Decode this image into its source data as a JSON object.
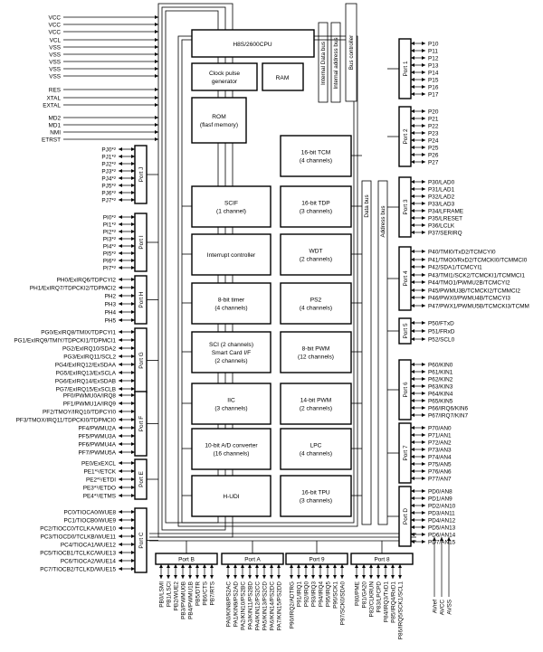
{
  "cpu_core": {
    "cpu": "H8S/2600CPU",
    "clock": [
      "Clock pulse",
      "generator"
    ],
    "ram": "RAM",
    "rom": [
      "ROM",
      "(flasf memory)"
    ]
  },
  "buses": {
    "internal_data": "Internal Data bus",
    "internal_address": "Internal address bus",
    "bus_controller": "Bus controller",
    "data": "Data bus",
    "address": "Address bus"
  },
  "left_blocks": [
    [
      "SCIF",
      "(1 channel)"
    ],
    [
      "Interrupt controller"
    ],
    [
      "8-bit timer",
      "(4 channels)"
    ],
    [
      "SCI (2 channels)",
      "Smart Card I/F",
      "(2 channels)"
    ],
    [
      "IIC",
      "(3 channels)"
    ],
    [
      "10-bit A/D converter",
      "(16 channels)"
    ],
    [
      "H-UDI"
    ]
  ],
  "right_blocks": [
    [
      "16-bit TCM",
      "(4 channels)"
    ],
    [
      "16-bit TDP",
      "(3 channels)"
    ],
    [
      "WDT",
      "(2 channels)"
    ],
    [
      "PS2",
      "(4 channels)"
    ],
    [
      "8-bit PWM",
      "(12 channels)"
    ],
    [
      "14-bit PWM",
      "(2 channels)"
    ],
    [
      "LPC",
      "(4 channels)"
    ],
    [
      "16-bit TPU",
      "(3 channels)"
    ]
  ],
  "power_pins": [
    "VCC",
    "VCC",
    "VCC",
    "VCL",
    "VSS",
    "VSS",
    "VSS",
    "VSS",
    "VSS"
  ],
  "control_pins": [
    "RES",
    "XTAL",
    "EXTAL",
    "MD2",
    "MD1",
    "NMI",
    "ETRST"
  ],
  "left_ports": [
    {
      "name": "Port J",
      "pins": [
        "PJ0*²",
        "PJ1*²",
        "PJ2*²",
        "PJ3*²",
        "PJ4*²",
        "PJ5*²",
        "PJ6*²",
        "PJ7*²"
      ]
    },
    {
      "name": "Port I",
      "pins": [
        "PI0*²",
        "PI1*²",
        "PI2*²",
        "PI3*²",
        "PI4*²",
        "PI5*²",
        "PI6*²",
        "PI7*²"
      ]
    },
    {
      "name": "Port H",
      "pins": [
        "PH0/ExIRQ6/TDPCYI2",
        "PH1/ExIRQ7/TDPCKI2/TDPMCI2",
        "PH2",
        "PH3",
        "PH4",
        "PH5"
      ]
    },
    {
      "name": "Port G",
      "pins": [
        "PG0/ExIRQ8/TMIX/TDPCYI1",
        "PG1/ExIRQ9/TMIY/TDPCKI1/TDPMCI1",
        "PG2/ExIRQ10/SDA2",
        "PG3/ExIRQ11/SCL2",
        "PG4/ExIRQ12/ExSDAA",
        "PG5/ExIRQ13/ExSCLA",
        "PG6/ExIRQ14/ExSDAB",
        "PG7/ExIRQ15/ExSCLB"
      ]
    },
    {
      "name": "Port F",
      "pins": [
        "PF0/PWMU0A/IRQ8",
        "PF1/PWMU1A/IRQ9",
        "PF2/TMOY/IRQ10/TDPCYI0",
        "PF3/TMOX/IRQ11/TDPCKI0/TDPMCI0",
        "PF4/PWMU2A",
        "PF5/PWMU3A",
        "PF6/PWMU4A",
        "PF7/PWMU5A"
      ]
    },
    {
      "name": "Port E",
      "pins": [
        "PE0/ExEXCL",
        "PE1*¹/ETCK",
        "PE2*¹/ETDI",
        "PE3*¹/ETDO",
        "PE4*¹/ETMS"
      ]
    },
    {
      "name": "Port C",
      "pins": [
        "PC0/TIOCA0/WUE8",
        "PC1/TIOCB0/WUE9",
        "PC2/TIOCC0/TCLKA/WUE10",
        "PC3/TIOCD0/TCLKB/WUE11",
        "PC4/TIOCA1/WUE12",
        "PC5/TIOCB1/TCLKC/WUE13",
        "PC6/TIOCA2/WUE14",
        "PC7/TIOCB2/TCLKD/WUE15"
      ]
    }
  ],
  "right_ports": [
    {
      "name": "Port 1",
      "pins": [
        "P10",
        "P11",
        "P12",
        "P13",
        "P14",
        "P15",
        "P16",
        "P17"
      ]
    },
    {
      "name": "Port 2",
      "pins": [
        "P20",
        "P21",
        "P22",
        "P23",
        "P24",
        "P25",
        "P26",
        "P27"
      ]
    },
    {
      "name": "Port 3",
      "pins": [
        "P30/LAD0",
        "P31/LAD1",
        "P32/LAD2",
        "P33/LAD3",
        "P34/LFRAME",
        "P35/LRESET",
        "P36/LCLK",
        "P37/SERIRQ"
      ]
    },
    {
      "name": "Port 4",
      "pins": [
        "P40/TMI0/TxD2/TCMCYI0",
        "P41/TMO0/RxD2/TCMCKI0/TCMMCI0",
        "P42/SDA1/TCMCYI1",
        "P43/TMI1/SCK2/TCMCKI1/TCMMCI1",
        "P44/TMO1/PWMU2B/TCMCYI2",
        "P45/PWMU3B/TCMCKI2/TCMMCI2",
        "P46/PWX0/PWMU4B/TCMCYI3",
        "P47/PWX1/PWMU5B/TCMCKI3/TCMM"
      ]
    },
    {
      "name": "Port 5",
      "pins": [
        "P50/FTxD",
        "P51/FRxD",
        "P52/SCL0"
      ]
    },
    {
      "name": "Port 6",
      "pins": [
        "P60/KIN0",
        "P61/KIN1",
        "P62/KIN2",
        "P63/KIN3",
        "P64/KIN4",
        "P65/KIN5",
        "P66/IRQ6/KIN6",
        "P67/IRQ7/KIN7"
      ]
    },
    {
      "name": "Port 7",
      "pins": [
        "P70/AN0",
        "P71/AN1",
        "P72/AN2",
        "P73/AN3",
        "P74/AN4",
        "P75/AN5",
        "P76/AN6",
        "P77/AN7"
      ]
    },
    {
      "name": "Port D",
      "pins": [
        "PD0/AN8",
        "PD1/AN9",
        "PD2/AN10",
        "PD3/AN11",
        "PD4/AN12",
        "PD5/AN13",
        "PD6/AN14",
        "PD7/AN15"
      ]
    }
  ],
  "bottom_ports": [
    {
      "name": "Port B",
      "pins": [
        "PB0/LSMI",
        "PB1/LSCI",
        "PB2/WUE2",
        "PB3/PWMU0B",
        "PB4/PWMU1B",
        "PB5/DTR",
        "PB6/CTS",
        "PB7/RTS"
      ]
    },
    {
      "name": "Port A",
      "pins": [
        "PA0/KIN8/PS2AC",
        "PA1/KIN9/PS2AD",
        "PA2/KIN10/PS2BC",
        "PA3/KIN11/PS2BD",
        "PA4/KIN12/PS2CC",
        "PA5/KIN13/PS2CD",
        "PA6/KIN14/PS2DC",
        "PA7/KIN15/PS2DD"
      ]
    },
    {
      "name": "Port 9",
      "pins": [
        "P90/IRQ2/ADTRG",
        "P91/IRQ1",
        "P92/IRQ0",
        "P93/IRQ3",
        "P94/IRQ4",
        "P95/IRQ5",
        "P96/SCK1",
        "P97/SCK0/SDA0"
      ]
    },
    {
      "name": "Port 8",
      "pins": [
        "P80/PME",
        "P81/GA20",
        "P82/CLKRUN",
        "P83/LPCPD",
        "P84/IRQ3/TxD1",
        "P85/IRQ4/RxD1",
        "P86/IRQ5/SCK1/SCL1"
      ]
    }
  ],
  "analog_pins": [
    "AVref",
    "AVCC",
    "AVSS"
  ]
}
